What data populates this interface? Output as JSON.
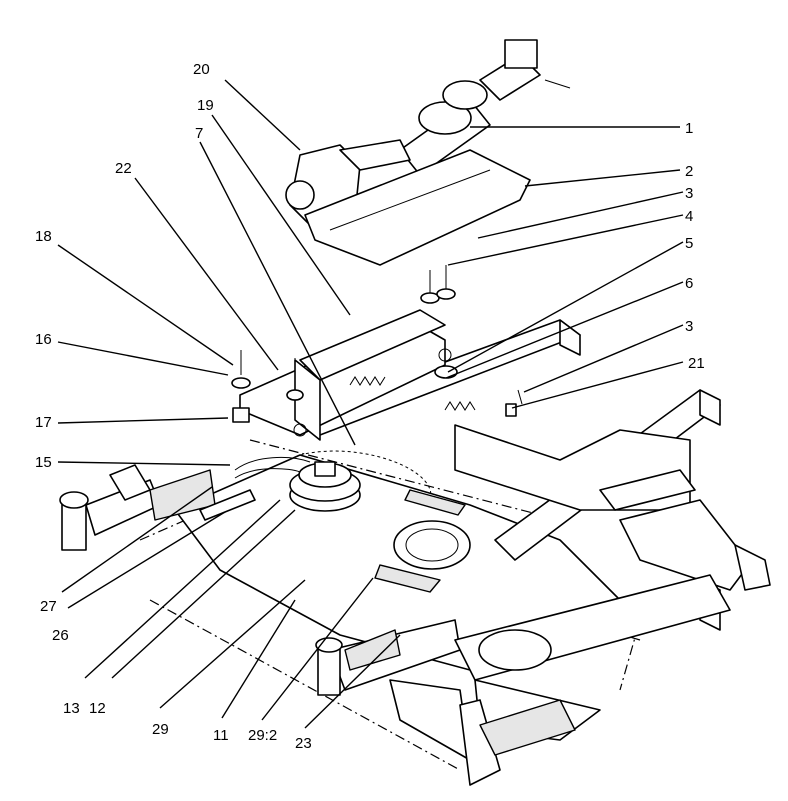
{
  "callouts": [
    {
      "id": "1",
      "text": "1"
    },
    {
      "id": "2",
      "text": "2"
    },
    {
      "id": "3a",
      "text": "3"
    },
    {
      "id": "4",
      "text": "4"
    },
    {
      "id": "5",
      "text": "5"
    },
    {
      "id": "6",
      "text": "6"
    },
    {
      "id": "3b",
      "text": "3"
    },
    {
      "id": "21",
      "text": "21"
    },
    {
      "id": "20",
      "text": "20"
    },
    {
      "id": "19",
      "text": "19"
    },
    {
      "id": "7",
      "text": "7"
    },
    {
      "id": "22",
      "text": "22"
    },
    {
      "id": "18",
      "text": "18"
    },
    {
      "id": "16",
      "text": "16"
    },
    {
      "id": "17",
      "text": "17"
    },
    {
      "id": "15",
      "text": "15"
    },
    {
      "id": "27",
      "text": "27"
    },
    {
      "id": "26",
      "text": "26"
    },
    {
      "id": "13",
      "text": "13"
    },
    {
      "id": "12",
      "text": "12"
    },
    {
      "id": "29",
      "text": "29"
    },
    {
      "id": "11",
      "text": "11"
    },
    {
      "id": "29_2",
      "text": "29:2"
    },
    {
      "id": "23",
      "text": "23"
    }
  ]
}
